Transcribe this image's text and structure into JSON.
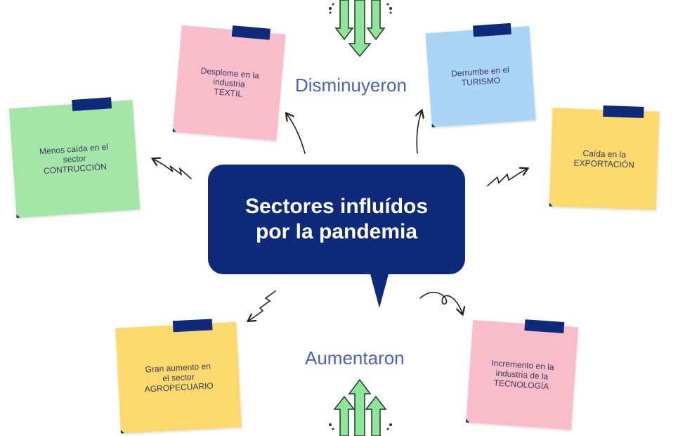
{
  "central_title": {
    "line1": "Sectores influídos",
    "line2": "por la pandemia"
  },
  "labels": {
    "decreased": "Disminuyeron",
    "increased": "Aumentaron"
  },
  "notes": {
    "textil": "Desplome en la\nindustria\nTEXTIL",
    "turismo": "Derrumbe en el\nTURISMO",
    "construccion": "Menos caída en el\nsector\nCONTRUCCIÓN",
    "exportacion": "Caída en la\nEXPORTACIÓN",
    "agropecuario": "Gran aumento en\nel sector\nAGROPECUARIO",
    "tecnologia": "Incremento en la\nindustria de la\nTECNOLOGÍA"
  },
  "colors": {
    "navy": "#0f2a7a",
    "pink": "#f8bccb",
    "blue": "#aad5f8",
    "green": "#a4e6a8",
    "yellow": "#fbd96c",
    "arrow_green": "#8ee59a",
    "label_text": "#4a62b0"
  },
  "icons": {
    "decrease": "down-arrows-icon",
    "increase": "up-arrows-icon"
  }
}
